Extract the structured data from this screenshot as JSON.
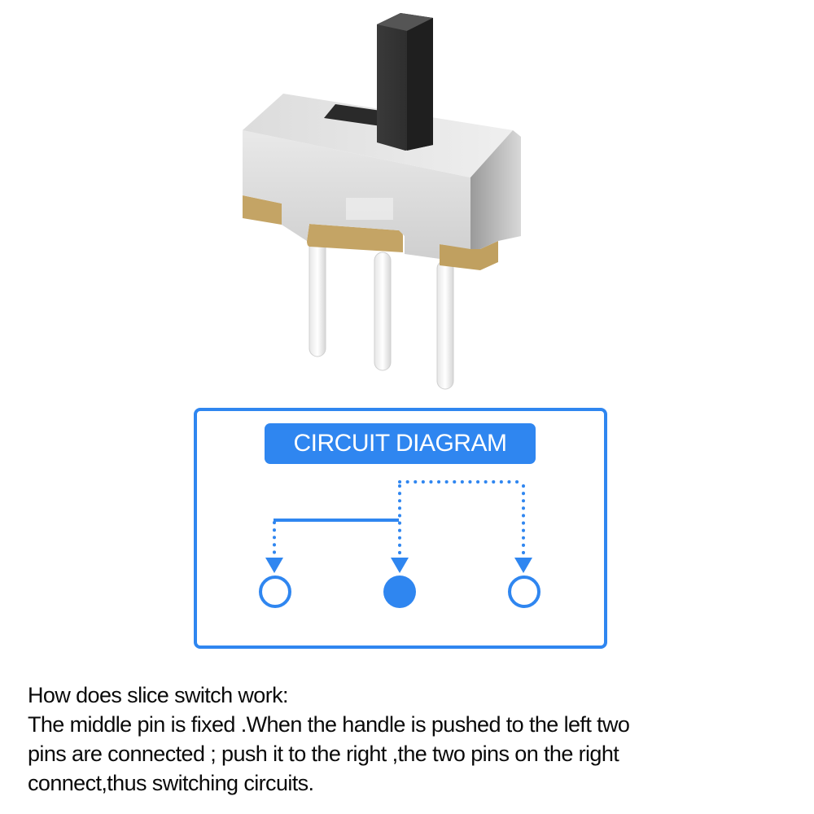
{
  "product": {
    "name": "slide-switch-photo",
    "colors": {
      "body": "#d9d9d9",
      "handle": "#2e2e2e",
      "base": "#c4a465",
      "pins": "#f2f2f2"
    }
  },
  "diagram": {
    "title": "CIRCUIT DIAGRAM",
    "accent_color": "#2f86f0",
    "pins": [
      {
        "position": "left",
        "state": "open"
      },
      {
        "position": "middle",
        "state": "fixed"
      },
      {
        "position": "right",
        "state": "open"
      }
    ],
    "connections": [
      {
        "from": "middle",
        "to": "left",
        "style": "solid-then-dotted"
      },
      {
        "from": "middle",
        "to": "right",
        "style": "dotted"
      }
    ]
  },
  "description": {
    "heading": "How does slice switch work:",
    "lines": [
      "The middle pin is fixed .When the handle is pushed to the left two",
      "pins are connected ; push it to the right ,the two pins on the right",
      "connect,thus switching circuits."
    ]
  }
}
